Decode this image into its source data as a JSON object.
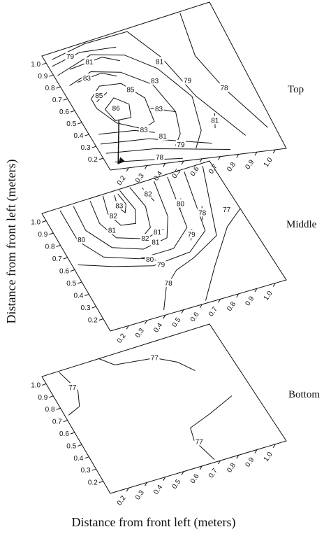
{
  "chart_data": {
    "type": "contour",
    "xlabel": "Distance from front left (meters)",
    "ylabel": "Distance from front left (meters)",
    "x_ticks": [
      "0.2",
      "0.3",
      "0.4",
      "0.5",
      "0.6",
      "0.7",
      "0.8",
      "0.9",
      "1.0"
    ],
    "y_ticks": [
      "0.2",
      "0.3",
      "0.4",
      "0.5",
      "0.6",
      "0.7",
      "0.8",
      "0.9",
      "1.0"
    ],
    "layers": [
      {
        "name": "Top",
        "contour_levels": [
          "78",
          "79",
          "79",
          "81",
          "81",
          "83",
          "83",
          "83",
          "85",
          "85",
          "86",
          "83",
          "81",
          "79",
          "81",
          "78"
        ]
      },
      {
        "name": "Middle",
        "contour_levels": [
          "81",
          "82",
          "82",
          "83",
          "81",
          "80",
          "80",
          "81",
          "82",
          "80",
          "79",
          "78",
          "79",
          "78",
          "77"
        ]
      },
      {
        "name": "Bottom",
        "contour_levels": [
          "77",
          "77",
          "77"
        ]
      }
    ]
  }
}
